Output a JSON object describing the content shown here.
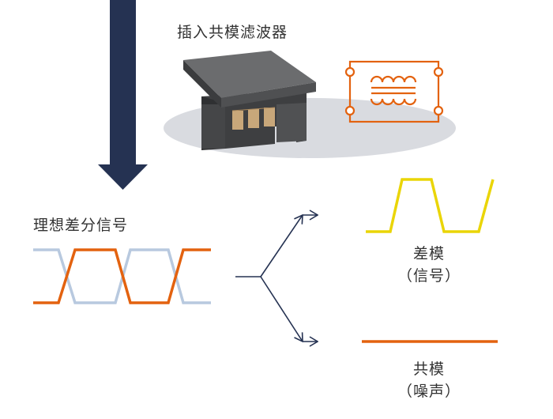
{
  "labels": {
    "filter_title": "插入共模滤波器",
    "ideal_signal": "理想差分信号",
    "diff_mode": "差模",
    "diff_mode_sub": "（信号）",
    "common_mode": "共模",
    "common_mode_sub": "（噪声）"
  },
  "colors": {
    "arrow": "#253252",
    "orange": "#e3620f",
    "blue": "#b8c9df",
    "yellow": "#ead507",
    "chip_dark": "#4a4b4d",
    "chip_top": "#6b6c6e",
    "shadow": "#d9dbe0",
    "copper": "#c8a77a"
  },
  "icons": {
    "component": "common-mode-choke-chip-icon",
    "schematic": "common-mode-choke-schematic-icon"
  }
}
